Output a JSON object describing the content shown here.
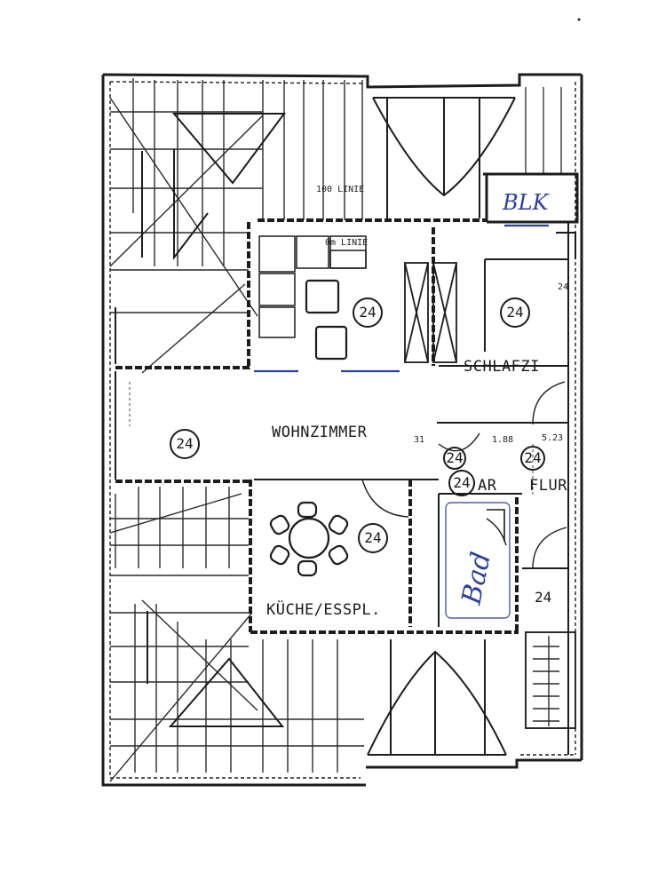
{
  "colors": {
    "ink": "#1c1c1c",
    "pen": "#2a3fa0",
    "paper": "#ffffff"
  },
  "rooms": {
    "wohnzimmer": "WOHNZIMMER",
    "schlafzimmer": "SCHLAFZI",
    "kueche": "KÜCHE/ESSPL.",
    "flur": "FLUR",
    "abstell": "AR",
    "bad": "Bad",
    "balkon": "BLK"
  },
  "marks": {
    "circle_values": [
      "24",
      "24",
      "24",
      "24",
      "24",
      "24",
      "24"
    ],
    "plain_value": "24",
    "edge_value": "24",
    "line_label_1": "100 LINIE",
    "line_label_2": "0m LINIE",
    "dim_1": "31",
    "dim_2": "1.88",
    "dim_3": "5.23"
  }
}
